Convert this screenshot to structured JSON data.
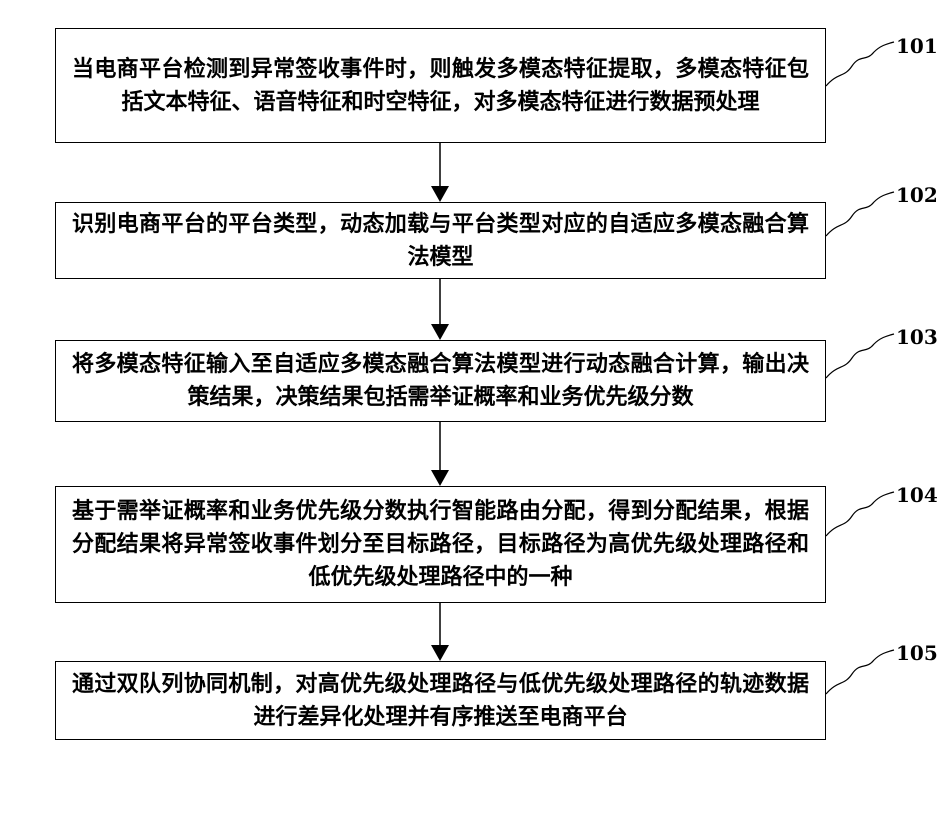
{
  "steps": [
    {
      "id": "101",
      "text": "当电商平台检测到异常签收事件时，则触发多模态特征提取，多模态特征包括文本特征、语音特征和时空特征，对多模态特征进行数据预处理"
    },
    {
      "id": "102",
      "text": "识别电商平台的平台类型，动态加载与平台类型对应的自适应多模态融合算法模型"
    },
    {
      "id": "103",
      "text": "将多模态特征输入至自适应多模态融合算法模型进行动态融合计算，输出决策结果，决策结果包括需举证概率和业务优先级分数"
    },
    {
      "id": "104",
      "text": "基于需举证概率和业务优先级分数执行智能路由分配，得到分配结果，根据分配结果将异常签收事件划分至目标路径，目标路径为高优先级处理路径和低优先级处理路径中的一种"
    },
    {
      "id": "105",
      "text": "通过双队列协同机制，对高优先级处理路径与低优先级处理路径的轨迹数据进行差异化处理并有序推送至电商平台"
    }
  ]
}
